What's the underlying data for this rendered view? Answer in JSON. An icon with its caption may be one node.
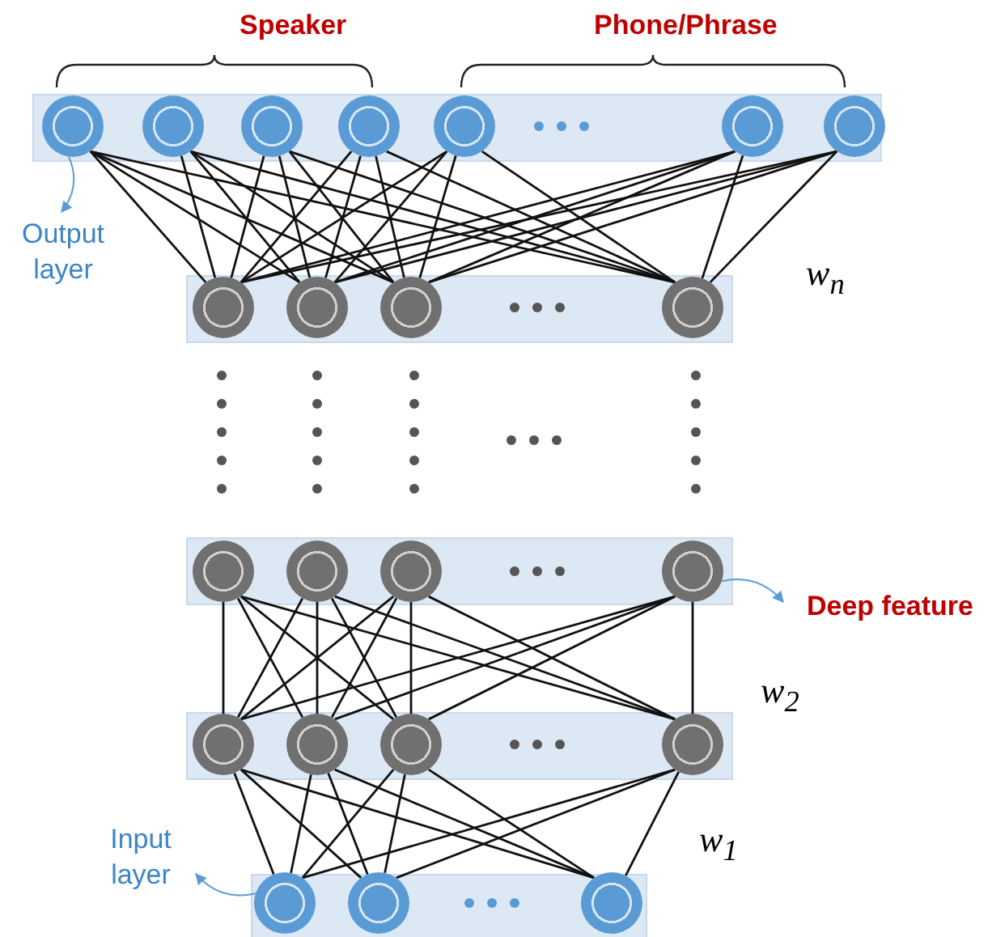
{
  "diagram": {
    "nodes": [
      {
        "text": [],
        "shape": "circle"
      },
      {
        "text": [],
        "shape": "circle"
      },
      {
        "text": [],
        "shape": "circle"
      },
      {
        "text": [],
        "shape": "circle"
      },
      {
        "text": [],
        "shape": "circle"
      },
      {
        "text": [],
        "shape": "circle"
      },
      {
        "text": [],
        "shape": "circle"
      },
      {
        "text": [
          "Output layer"
        ]
      },
      {
        "text": [],
        "shape": "circle"
      },
      {
        "text": [],
        "shape": "circle"
      },
      {
        "text": [],
        "shape": "circle"
      },
      {
        "text": [],
        "shape": "circle"
      },
      {
        "text": [],
        "shape": "circle"
      },
      {
        "text": [],
        "shape": "circle"
      },
      {
        "text": [],
        "shape": "circle"
      },
      {
        "text": [],
        "shape": "circle"
      },
      {
        "text": [
          "Deep feature"
        ]
      },
      {
        "text": [],
        "shape": "circle"
      },
      {
        "text": [],
        "shape": "circle"
      },
      {
        "text": [],
        "shape": "circle"
      },
      {
        "text": [],
        "shape": "circle"
      },
      {
        "text": [
          "Input layer"
        ]
      },
      {
        "text": [],
        "shape": "circle"
      },
      {
        "text": [],
        "shape": "circle"
      },
      {
        "text": [],
        "shape": "circle"
      }
    ],
    "edges": [
      {
        "from": 0,
        "to": 8,
        "arrow": "none"
      },
      {
        "from": 0,
        "to": 9,
        "arrow": "none"
      },
      {
        "from": 0,
        "to": 10,
        "arrow": "none"
      },
      {
        "from": 0,
        "to": 11,
        "arrow": "none"
      },
      {
        "from": 1,
        "to": 8,
        "arrow": "none"
      },
      {
        "from": 1,
        "to": 9,
        "arrow": "none"
      },
      {
        "from": 1,
        "to": 10,
        "arrow": "none"
      },
      {
        "from": 1,
        "to": 11,
        "arrow": "none"
      },
      {
        "from": 2,
        "to": 8,
        "arrow": "none"
      },
      {
        "from": 2,
        "to": 9,
        "arrow": "none"
      },
      {
        "from": 2,
        "to": 10,
        "arrow": "none"
      },
      {
        "from": 2,
        "to": 11,
        "arrow": "none"
      },
      {
        "from": 3,
        "to": 8,
        "arrow": "none"
      },
      {
        "from": 3,
        "to": 9,
        "arrow": "none"
      },
      {
        "from": 3,
        "to": 10,
        "arrow": "none"
      },
      {
        "from": 3,
        "to": 11,
        "arrow": "none"
      },
      {
        "from": 4,
        "to": 8,
        "arrow": "none"
      },
      {
        "from": 4,
        "to": 9,
        "arrow": "none"
      },
      {
        "from": 4,
        "to": 10,
        "arrow": "none"
      },
      {
        "from": 4,
        "to": 11,
        "arrow": "none"
      },
      {
        "from": 5,
        "to": 8,
        "arrow": "none"
      },
      {
        "from": 5,
        "to": 9,
        "arrow": "none"
      },
      {
        "from": 5,
        "to": 10,
        "arrow": "none"
      },
      {
        "from": 5,
        "to": 11,
        "arrow": "none"
      },
      {
        "from": 6,
        "to": 8,
        "arrow": "none"
      },
      {
        "from": 6,
        "to": 9,
        "arrow": "none"
      },
      {
        "from": 6,
        "to": 10,
        "arrow": "none"
      },
      {
        "from": 6,
        "to": 11,
        "arrow": "none"
      },
      {
        "from": 12,
        "to": 17,
        "arrow": "none"
      },
      {
        "from": 12,
        "to": 18,
        "arrow": "none"
      },
      {
        "from": 12,
        "to": 19,
        "arrow": "none"
      },
      {
        "from": 12,
        "to": 20,
        "arrow": "none"
      },
      {
        "from": 13,
        "to": 17,
        "arrow": "none"
      },
      {
        "from": 13,
        "to": 18,
        "arrow": "none"
      },
      {
        "from": 13,
        "to": 19,
        "arrow": "none"
      },
      {
        "from": 13,
        "to": 20,
        "arrow": "none"
      },
      {
        "from": 14,
        "to": 17,
        "arrow": "none"
      },
      {
        "from": 14,
        "to": 18,
        "arrow": "none"
      },
      {
        "from": 14,
        "to": 19,
        "arrow": "none"
      },
      {
        "from": 14,
        "to": 20,
        "arrow": "none"
      },
      {
        "from": 15,
        "to": 17,
        "arrow": "none"
      },
      {
        "from": 15,
        "to": 18,
        "arrow": "none"
      },
      {
        "from": 15,
        "to": 19,
        "arrow": "none"
      },
      {
        "from": 15,
        "to": 20,
        "arrow": "none"
      },
      {
        "from": 17,
        "to": 22,
        "arrow": "none"
      },
      {
        "from": 17,
        "to": 23,
        "arrow": "none"
      },
      {
        "from": 17,
        "to": 24,
        "arrow": "none"
      },
      {
        "from": 18,
        "to": 22,
        "arrow": "none"
      },
      {
        "from": 18,
        "to": 23,
        "arrow": "none"
      },
      {
        "from": 18,
        "to": 24,
        "arrow": "none"
      },
      {
        "from": 19,
        "to": 22,
        "arrow": "none"
      },
      {
        "from": 19,
        "to": 23,
        "arrow": "none"
      },
      {
        "from": 19,
        "to": 24,
        "arrow": "none"
      },
      {
        "from": 20,
        "to": 22,
        "arrow": "none"
      },
      {
        "from": 20,
        "to": 23,
        "arrow": "none"
      },
      {
        "from": 20,
        "to": 24,
        "arrow": "none"
      },
      {
        "from": 0,
        "to": 7,
        "arrow": "to",
        "color": "#5b9bd5"
      },
      {
        "from": 15,
        "to": 16,
        "arrow": "to",
        "color": "#5b9bd5"
      },
      {
        "from": 22,
        "to": 21,
        "arrow": "to",
        "color": "#5b9bd5"
      }
    ],
    "labels": [
      "Speaker",
      "Phone/Phrase",
      "w$_{n}$",
      "w$_{2}$",
      "w$_{1}$"
    ]
  }
}
